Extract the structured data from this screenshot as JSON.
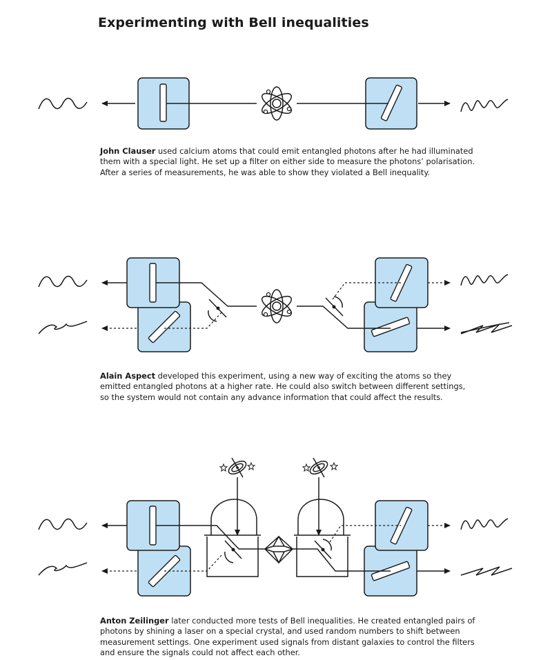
{
  "title": "Experimenting with Bell inequalities",
  "panels": [
    {
      "name_bold": "John Clauser",
      "text": " used calcium atoms that could emit entangled photons after he had illuminated them with a special light. He set up a filter on either side to measure the photons’ polarisation. After a series of measurements, he was able to show they violated a Bell inequality."
    },
    {
      "name_bold": "Alain Aspect",
      "text": " developed this experiment, using a new way of exciting the atoms so they emitted entangled photons at a higher rate. He could also switch between different settings, so the system would not contain any advance information that could affect the results."
    },
    {
      "name_bold": "Anton Zeilinger",
      "text": " later conducted more tests of Bell inequalities. He created entangled pairs of photons by shining a laser on a special crystal, and used random numbers to shift between measurement settings. One experiment used signals from distant galaxies to control the filters and ensure the signals could not affect each other."
    }
  ],
  "colors": {
    "filter_fill": "#bfe0f4",
    "ink": "#1a1a1a"
  },
  "icons": {
    "source_1": "atom-icon",
    "source_2": "atom-icon",
    "source_3": "crystal-icon",
    "galaxy": "galaxy-icon"
  }
}
